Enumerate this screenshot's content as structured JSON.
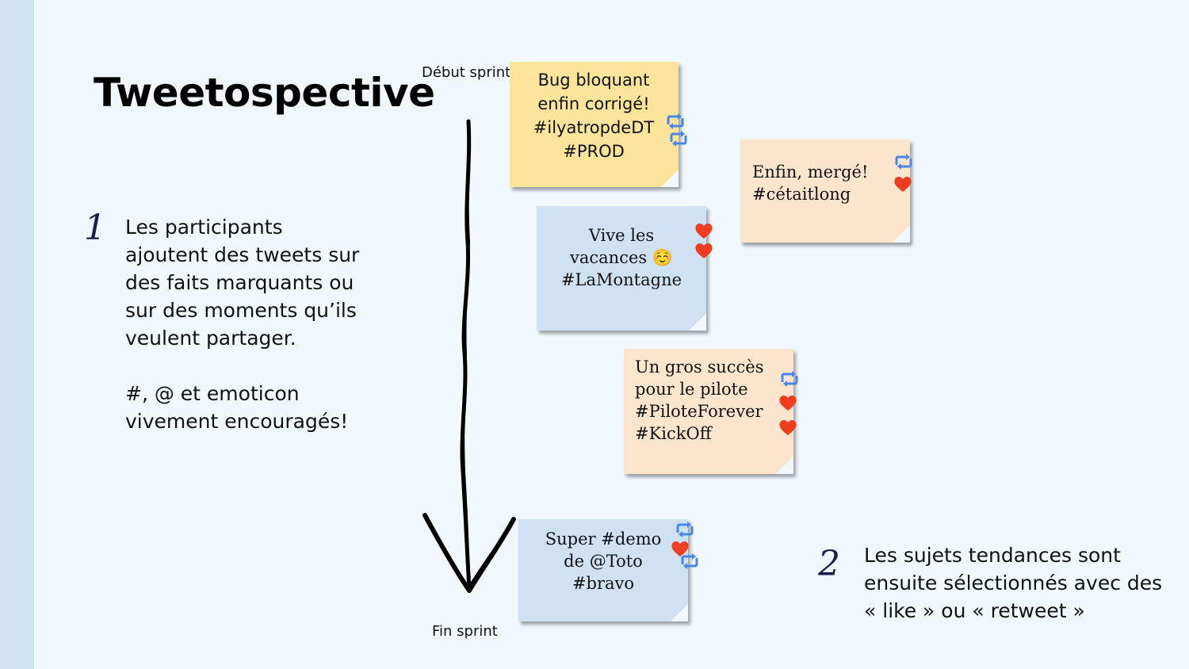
{
  "title": "Tweetospective",
  "timeline": {
    "start_label": "Début sprint",
    "end_label": "Fin sprint"
  },
  "step1": {
    "number": "1",
    "text": "Les participants\najoutent des tweets sur\ndes faits marquants ou\nsur des moments qu’ils\nveulent partager.\n\n#, @ et emoticon\nvivement encouragés!"
  },
  "step2": {
    "number": "2",
    "text": "Les sujets tendances sont\nensuite sélectionnés avec des\n« like » ou « retweet »"
  },
  "notes": [
    {
      "text": "Bug bloquant\nenfin corrigé!\n#ilyatropdeDT\n#PROD",
      "color": "#fde49b",
      "icons": [
        "retweet-icon",
        "retweet-icon"
      ]
    },
    {
      "text": "Enfin, mergé!\n#cétaitlong",
      "color": "#fce5cd",
      "icons": [
        "retweet-icon",
        "heart-icon"
      ]
    },
    {
      "text": "Vive les\nvacances ☺️\n#LaMontagne",
      "color": "#cfe2f3",
      "icons": [
        "heart-icon",
        "heart-icon"
      ]
    },
    {
      "text": "Un gros succès\npour le pilote\n#PiloteForever\n#KickOff",
      "color": "#fce5cd",
      "icons": [
        "retweet-icon",
        "heart-icon",
        "heart-icon"
      ]
    },
    {
      "text": "Super #demo\nde @Toto\n#bravo",
      "color": "#cfe2f3",
      "icons": [
        "retweet-icon",
        "heart-icon",
        "retweet-icon"
      ]
    }
  ],
  "colors": {
    "retweet": "#4a86e8",
    "heart": "#f13d1f",
    "background": "#f1f8fe",
    "sidebar": "#cfe2f3"
  }
}
